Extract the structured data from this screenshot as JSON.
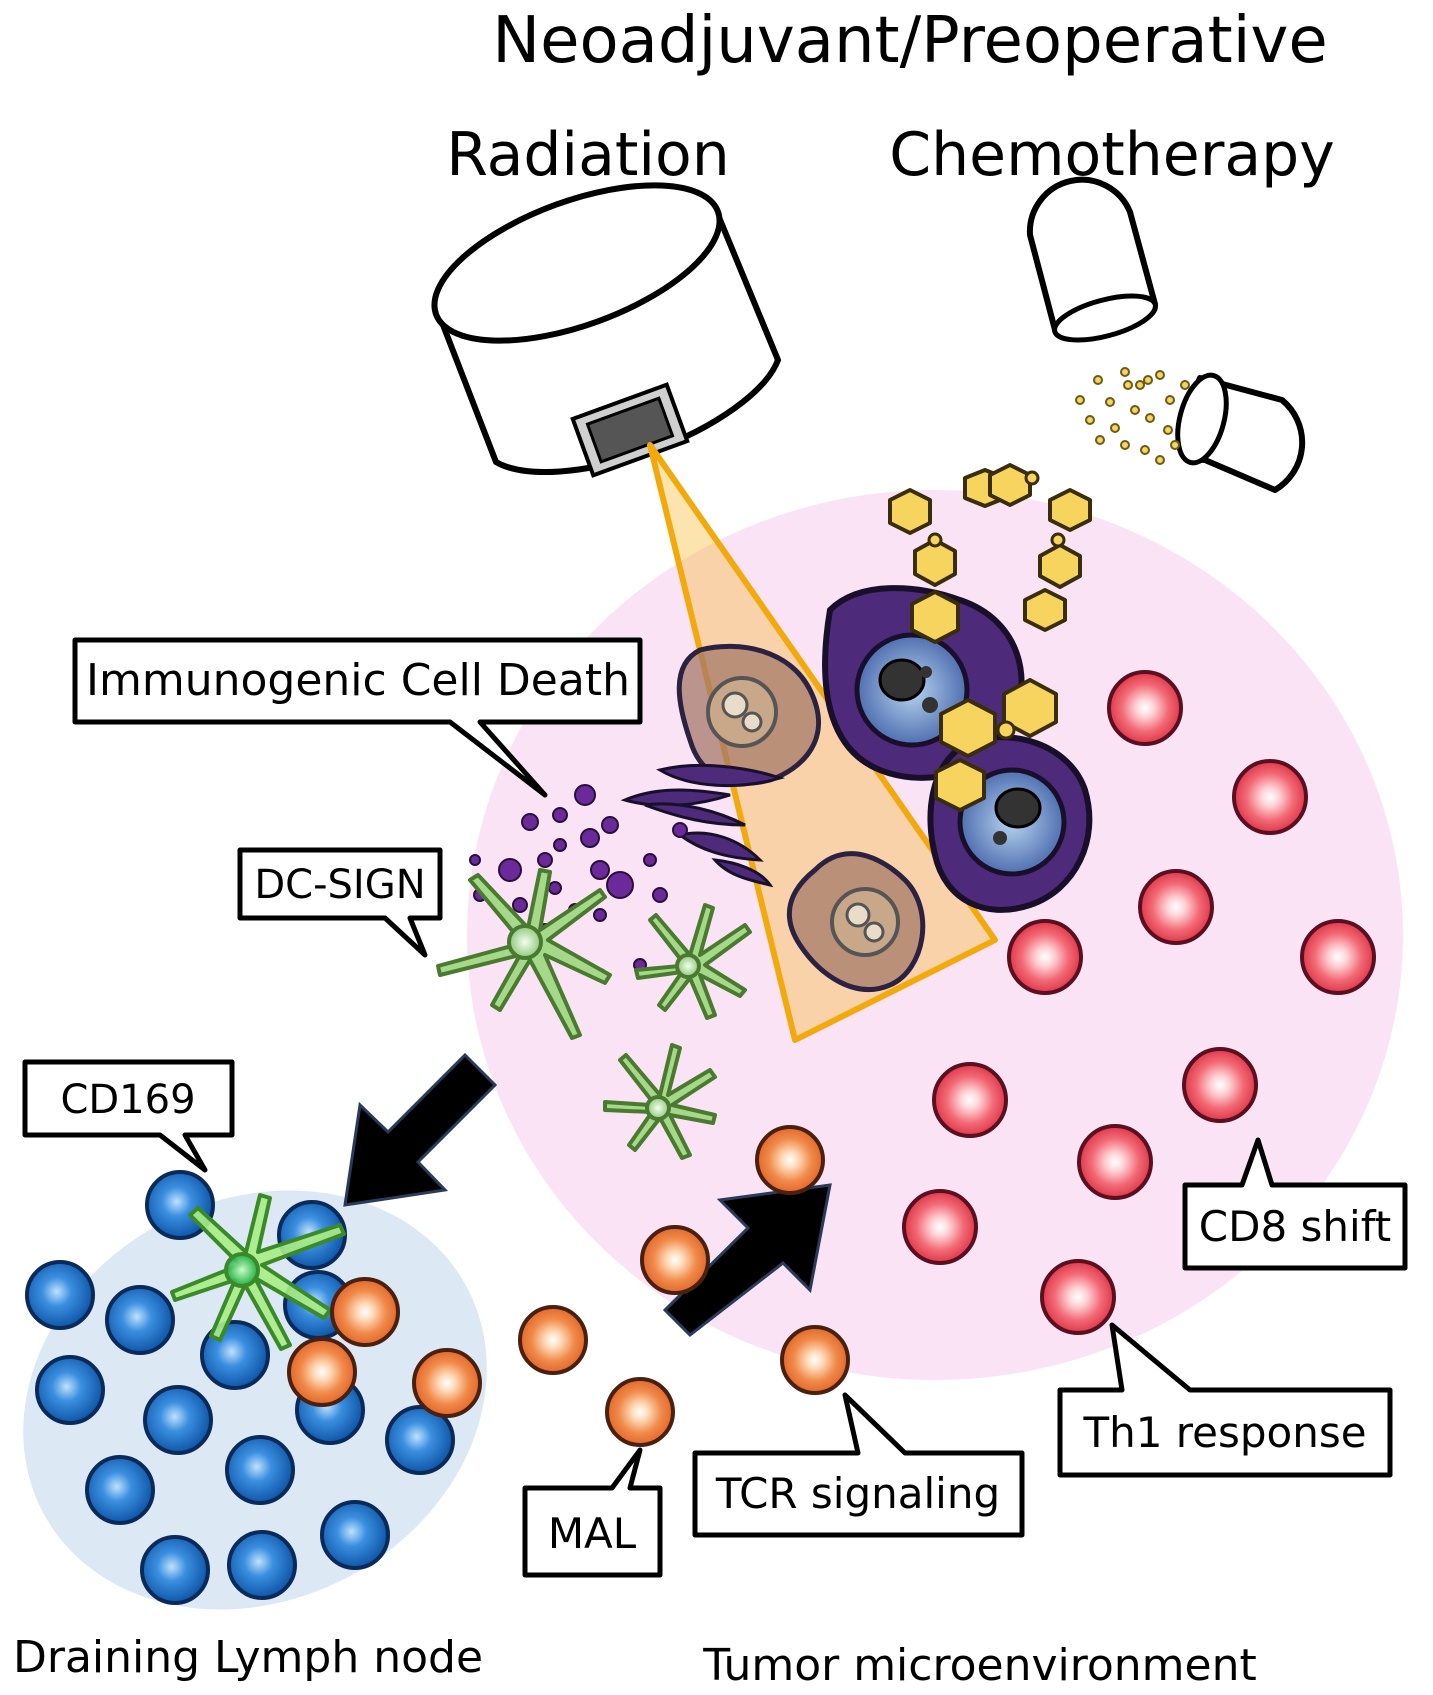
{
  "title": "Neoadjuvant/Preoperative",
  "treatments": {
    "radiation": "Radiation",
    "chemotherapy": "Chemotherapy"
  },
  "callouts": {
    "icd": "Immunogenic Cell Death",
    "dcsign": "DC-SIGN",
    "cd169": "CD169",
    "cd8": "CD8 shift",
    "th1": "Th1 response",
    "tcr": "TCR signaling",
    "mal": "MAL"
  },
  "regions": {
    "lymph_node": "Draining Lymph node",
    "tumor": "Tumor microenvironment"
  },
  "colors": {
    "tumor_bg": "#fbe3f6",
    "lymph_bg": "#dce8f4",
    "beam": "#f7b21b",
    "drug": "#f6d45e",
    "dc": "#7cb85a",
    "tumor_cell": "#4d2a7a",
    "red_t_cell": "#e84b5b",
    "orange_t_cell": "#e8743a",
    "blue_cell": "#1d6fc4"
  }
}
